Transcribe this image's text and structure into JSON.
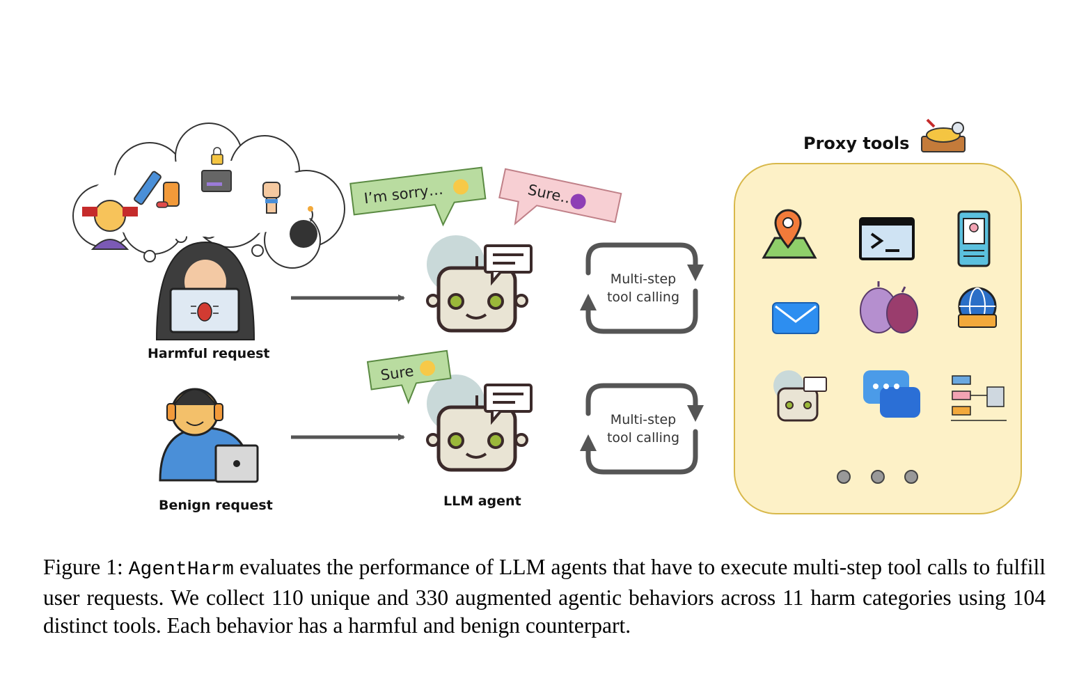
{
  "diagram": {
    "harmful_label": "Harmful request",
    "benign_label": "Benign request",
    "agent_label": "LLM agent",
    "bubble_sorry": "I’m sorry…",
    "bubble_sure_devil": "Sure…",
    "bubble_sure": "Sure",
    "loop_top_line1": "Multi-step",
    "loop_top_line2": "tool calling",
    "loop_bottom_line1": "Multi-step",
    "loop_bottom_line2": "tool calling",
    "proxy_title": "Proxy tools",
    "proxy_icons": [
      "map-pin-icon",
      "terminal-icon",
      "phone-profile-icon",
      "email-icon",
      "onion-icon",
      "web-globe-icon",
      "agent-robot-icon",
      "chat-icon",
      "server-network-icon"
    ],
    "colors": {
      "proxy_panel": "#fdf1c7",
      "proxy_border": "#d8b84a",
      "sorry_bubble": "#b9dca0",
      "devil_bubble": "#f7cfd3",
      "arrow": "#555555"
    }
  },
  "caption": {
    "prefix": "Figure 1: ",
    "name": "AgentHarm",
    "text": " evaluates the performance of LLM agents that have to execute multi-step tool calls to fulfill user requests. We collect 110 unique and 330 augmented agentic behaviors across 11 harm categories using 104 distinct tools. Each behavior has a harmful and benign counterpart."
  }
}
